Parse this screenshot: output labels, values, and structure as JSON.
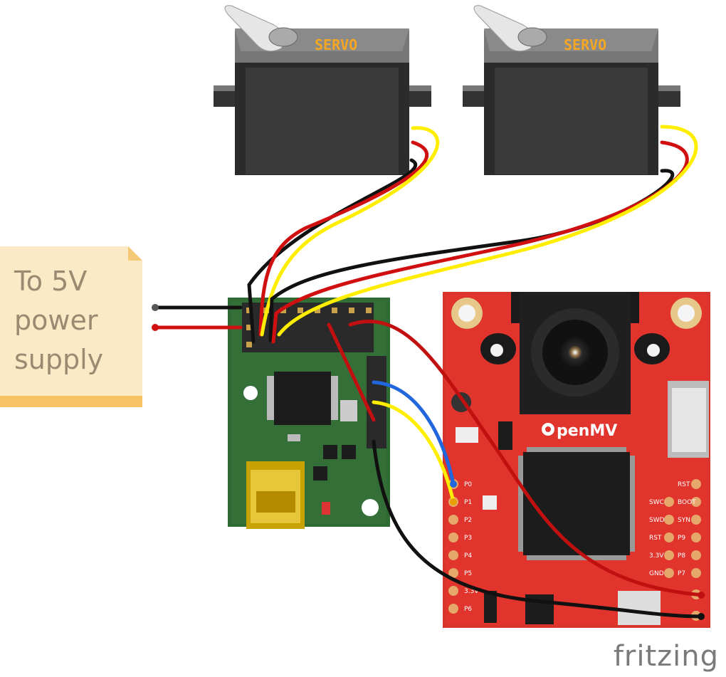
{
  "note": {
    "lines": [
      "To 5V",
      "power",
      "supply"
    ]
  },
  "servo_label": "SERVO",
  "board_brand": "penMV",
  "watermark": "fritzing",
  "pin_labels_left": [
    "P0",
    "P1",
    "P2",
    "P3",
    "P4",
    "P5",
    "3.3V",
    "P6"
  ],
  "pin_labels_right_a": [
    "SWC",
    "SWD",
    "RST",
    "3.3V",
    "GND"
  ],
  "pin_labels_right_b": [
    "RST",
    "BOOT",
    "SYN",
    "P9",
    "P8",
    "P7"
  ]
}
